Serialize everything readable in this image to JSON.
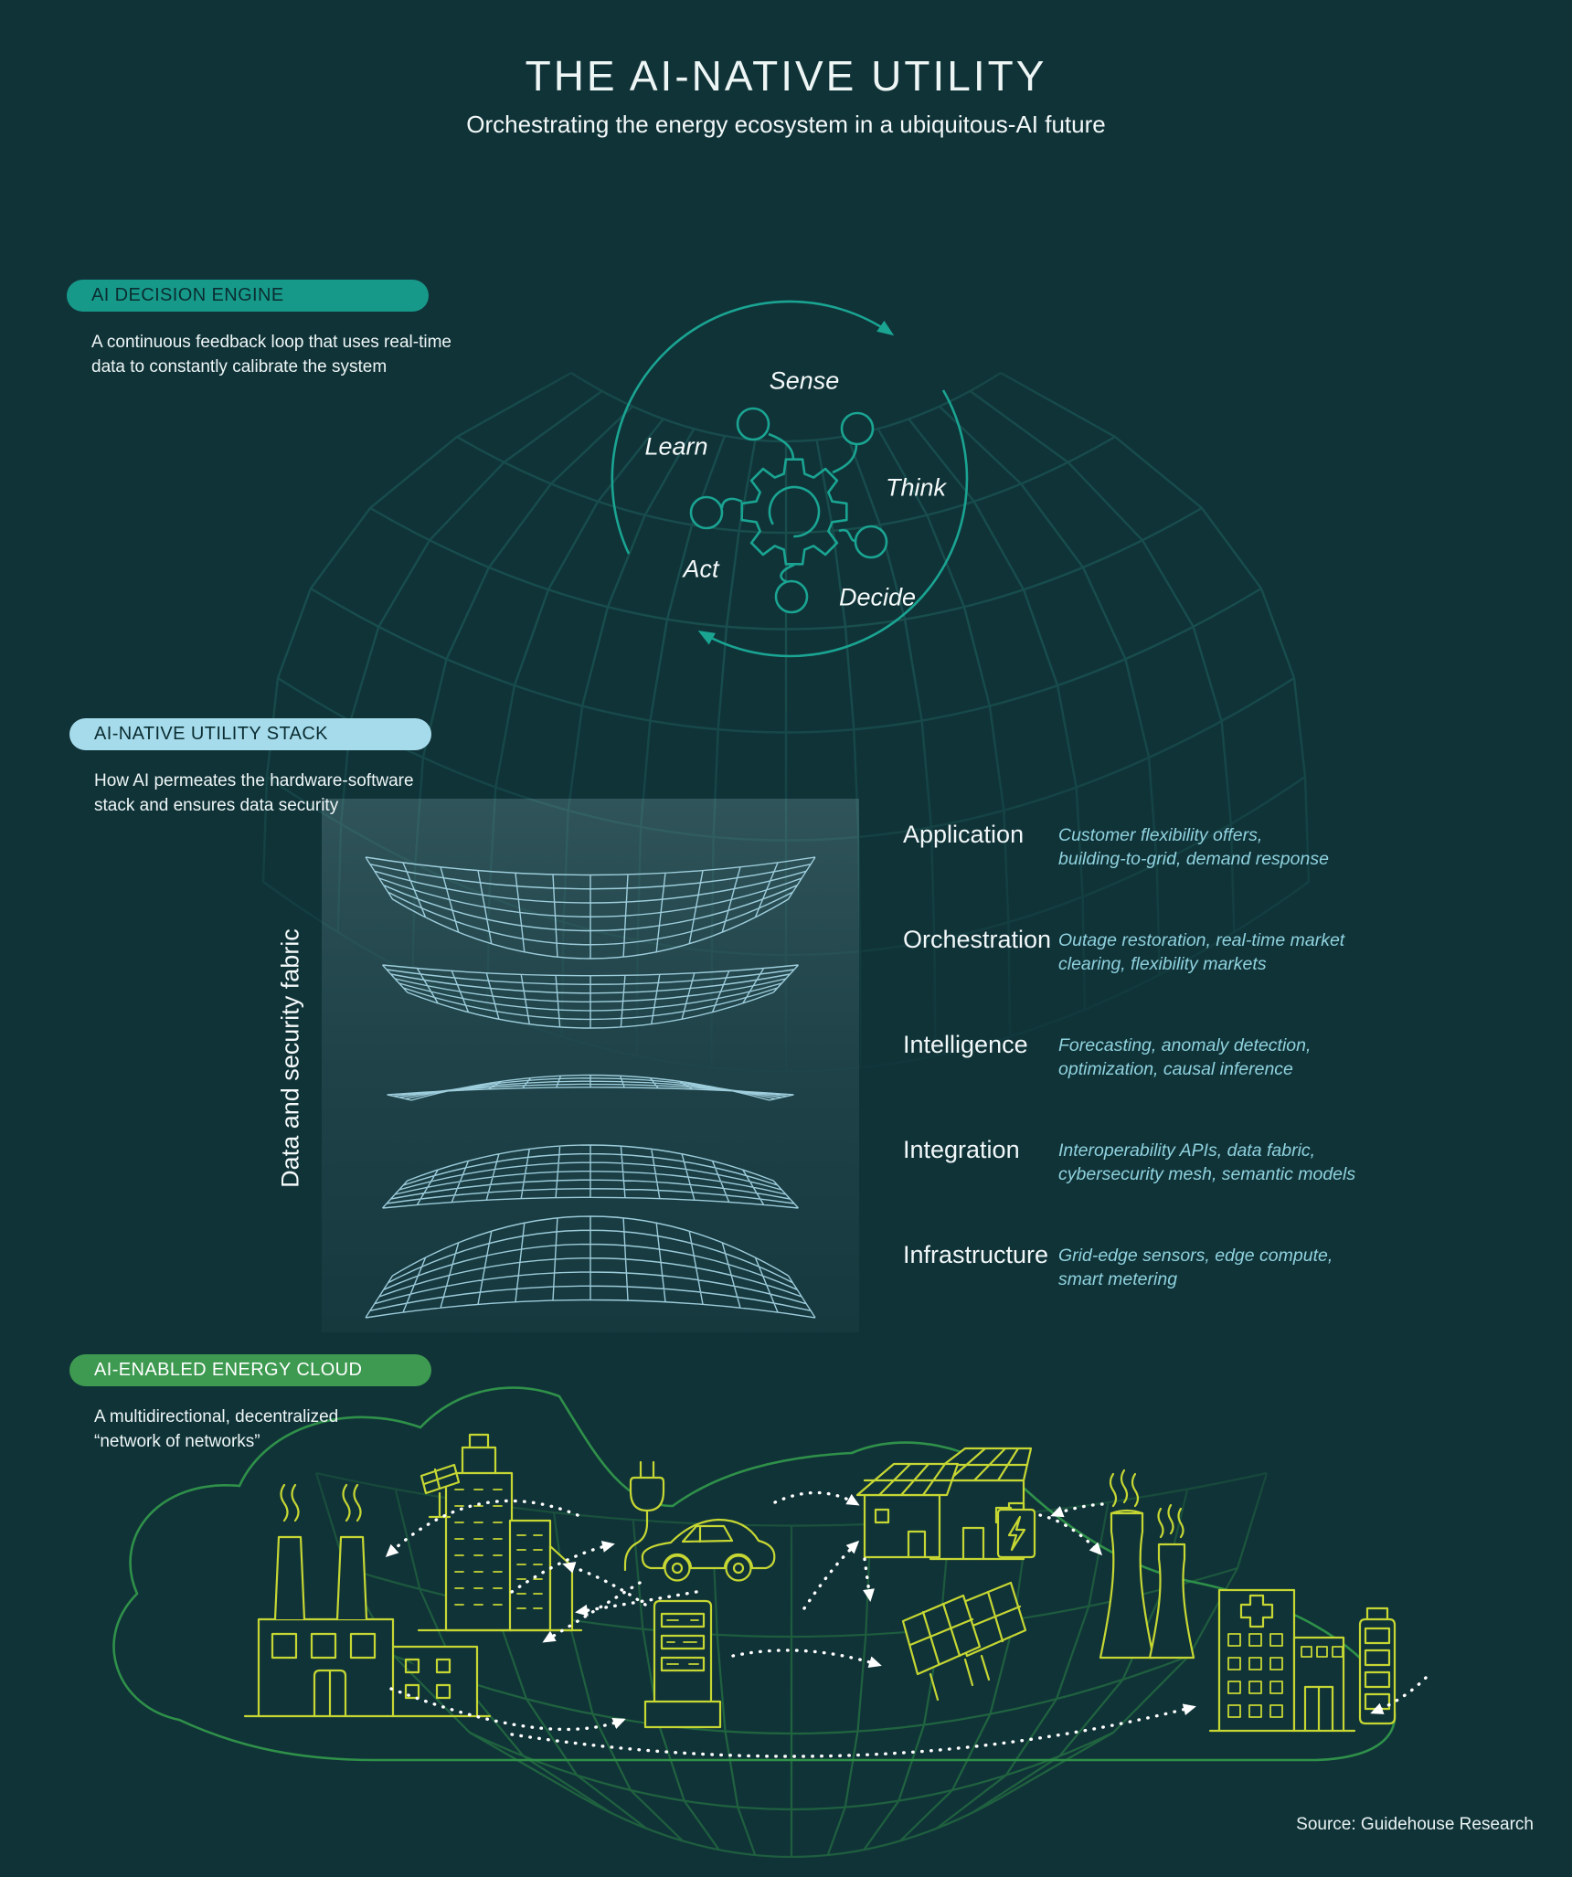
{
  "header": {
    "title": "THE AI-NATIVE UTILITY",
    "subtitle": "Orchestrating the energy ecosystem in a ubiquitous-AI future"
  },
  "sections": {
    "decision_engine": {
      "badge": "AI DECISION ENGINE",
      "badge_color": "#17998a",
      "description": "A continuous feedback loop that uses real-time\ndata to constantly calibrate the system",
      "loop_labels": {
        "sense": "Sense",
        "think": "Think",
        "decide": "Decide",
        "act": "Act",
        "learn": "Learn"
      }
    },
    "utility_stack": {
      "badge": "AI-NATIVE UTILITY STACK",
      "badge_color": "#a6dbec",
      "description": "How AI permeates the hardware-software\nstack and ensures data security",
      "side_label": "Data and security fabric",
      "layers": [
        {
          "name": "Application",
          "detail": "Customer flexibility offers,\nbuilding-to-grid, demand response"
        },
        {
          "name": "Orchestration",
          "detail": "Outage restoration, real-time market\nclearing, flexibility markets"
        },
        {
          "name": "Intelligence",
          "detail": "Forecasting, anomaly detection,\noptimization, causal inference"
        },
        {
          "name": "Integration",
          "detail": "Interoperability APIs, data fabric,\ncybersecurity mesh, semantic models"
        },
        {
          "name": "Infrastructure",
          "detail": "Grid-edge sensors, edge compute,\nsmart metering"
        }
      ]
    },
    "energy_cloud": {
      "badge": "AI-ENABLED ENERGY CLOUD",
      "badge_color": "#3d9a50",
      "description": "A multidirectional, decentralized\n“network of networks”",
      "icons": [
        "factory-icon",
        "city-buildings-icon",
        "ev-plug-icon",
        "electric-car-icon",
        "charging-station-icon",
        "solar-homes-battery-icon",
        "solar-array-icon",
        "power-plant-icon",
        "hospital-icon",
        "battery-icon"
      ]
    }
  },
  "footer": {
    "source": "Source: Guidehouse Research"
  },
  "colors": {
    "background": "#103338",
    "teal_accent": "#1aa492",
    "light_blue": "#a6dbec",
    "green": "#3d9a50",
    "mesh_blue": "#a8d8e8",
    "icon_yellow": "#c6d733",
    "cloud_green": "#2f9149"
  }
}
